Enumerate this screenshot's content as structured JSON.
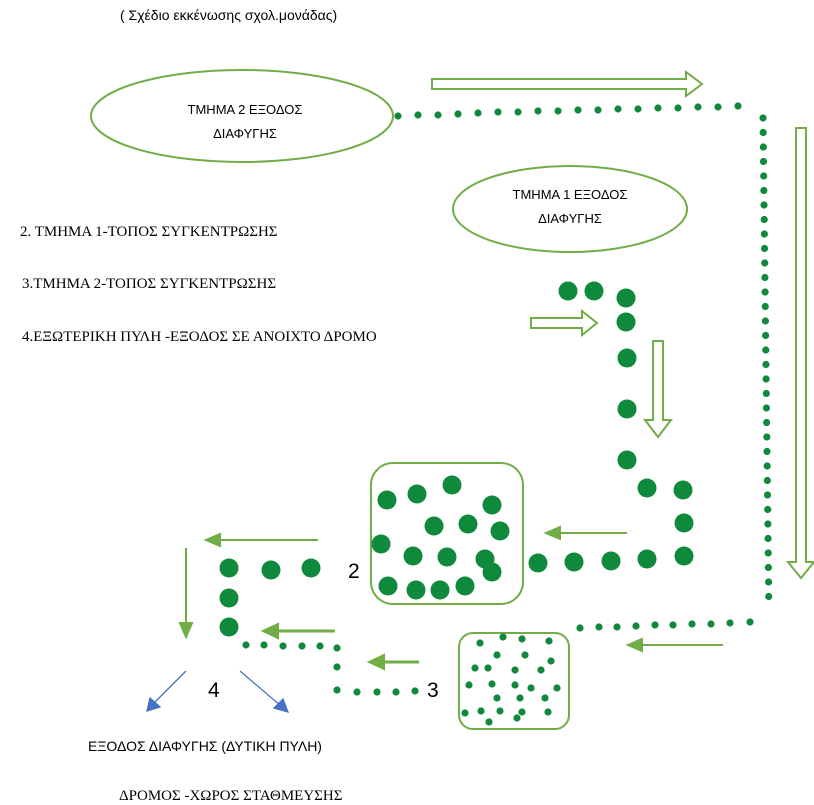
{
  "subtitle": "( Σχέδιο εκκένωσης σχολ.μονάδας)",
  "section2": {
    "line1": "ΤΜΗΜΑ 2 ΕΞΟΔΟΣ",
    "line2": "ΔΙΑΦΥΓΗΣ"
  },
  "section1": {
    "line1": "ΤΜΗΜΑ 1 ΕΞΟΔΟΣ",
    "line2": "ΔΙΑΦΥΓΗΣ"
  },
  "legend": [
    "2. ΤΜΗΜΑ 1-ΤΟΠΟΣ  ΣΥΓΚΕΝΤΡΩΣΗΣ",
    "3.ΤΜΗΜΑ 2-ΤΟΠΟΣ ΣΥΓΚΕΝΤΡΩΣΗΣ",
    "4.ΕΞΩΤΕΡΙΚΗ ΠΥΛΗ -ΕΞΟΔΟΣ ΣΕ ΑΝΟΙΧΤΟ ΔΡΟΜΟ"
  ],
  "labels": {
    "n2": "2",
    "n3": "3",
    "n4": "4"
  },
  "exit_text": "ΕΞΟΔΟΣ ΔΙΑΦΥΓΗΣ (ΔΥΤΙΚΗ ΠΥΛΗ)",
  "road_text": "ΔΡΟΜΟΣ -ΧΩΡΟΣ ΣΤΑΘΜΕΥΣΗΣ",
  "colors": {
    "green_dot": "#0f8a3c",
    "green_line": "#70ad47",
    "blue_arrow": "#4472c4",
    "text": "#000000"
  }
}
